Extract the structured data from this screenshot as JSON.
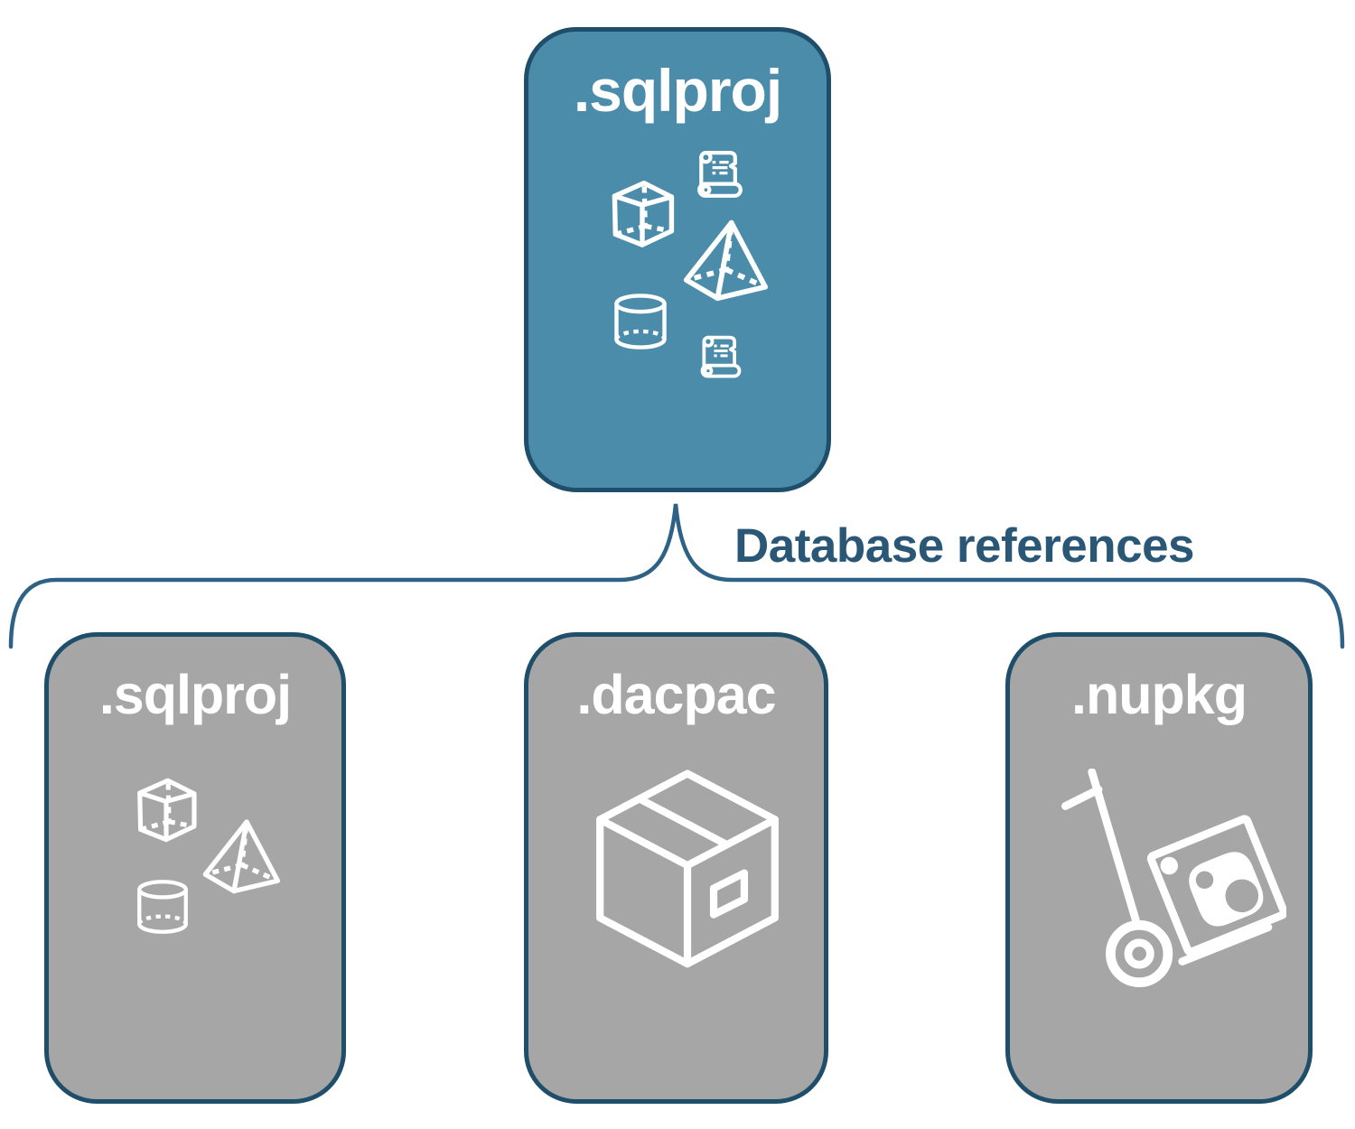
{
  "diagram": {
    "main_node": {
      "label": ".sqlproj",
      "icons": [
        "scroll-icon",
        "cube-icon",
        "pyramid-icon",
        "database-cylinder-icon",
        "scroll-icon"
      ]
    },
    "connector": {
      "label": "Database references"
    },
    "child_nodes": [
      {
        "label": ".sqlproj",
        "icons": [
          "cube-icon",
          "pyramid-icon",
          "database-cylinder-icon"
        ]
      },
      {
        "label": ".dacpac",
        "icons": [
          "package-box-icon"
        ]
      },
      {
        "label": ".nupkg",
        "icons": [
          "nuget-hand-truck-icon"
        ]
      }
    ],
    "colors": {
      "background": "#FFFFFF",
      "primary_node_fill": "#4A8CA9",
      "child_node_fill": "#A6A6A6",
      "node_border": "#1F4E6B",
      "connector_stroke": "#2E6186",
      "label_text": "#2B5776",
      "icon_stroke": "#FFFFFF"
    }
  }
}
